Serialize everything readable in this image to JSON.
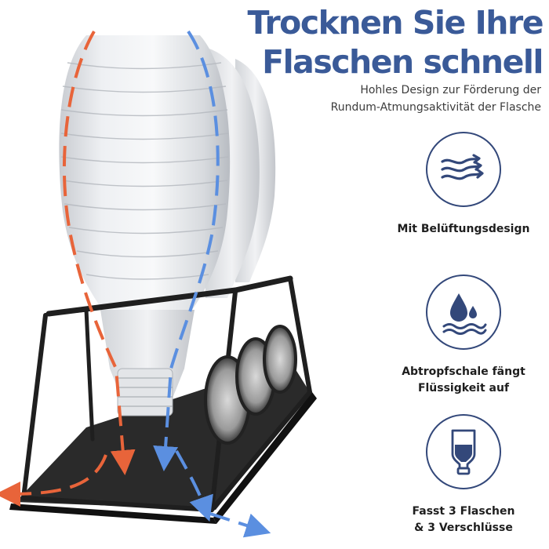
{
  "headline": {
    "line1": "Trocknen Sie Ihre",
    "line2": "Flaschen schnell"
  },
  "subline": {
    "line1": "Hohles Design zur Förderung der",
    "line2": "Rundum-Atmungsaktivität der Flasche"
  },
  "features": [
    {
      "icon": "airflow-icon",
      "label_lines": [
        "Mit Belüftungsdesign"
      ]
    },
    {
      "icon": "water-drops-icon",
      "label_lines": [
        "Abtropfschale fängt",
        "Flüssigkeit auf"
      ]
    },
    {
      "icon": "bottle-icon",
      "label_lines": [
        "Fasst 3 Flaschen",
        "& 3 Verschlüsse"
      ]
    }
  ],
  "colors": {
    "headline": "#3a5a98",
    "icon_stroke": "#33487a",
    "arrow_left": "#e8643a",
    "arrow_right": "#5b8fe0",
    "rack": "#1f1f1f"
  }
}
